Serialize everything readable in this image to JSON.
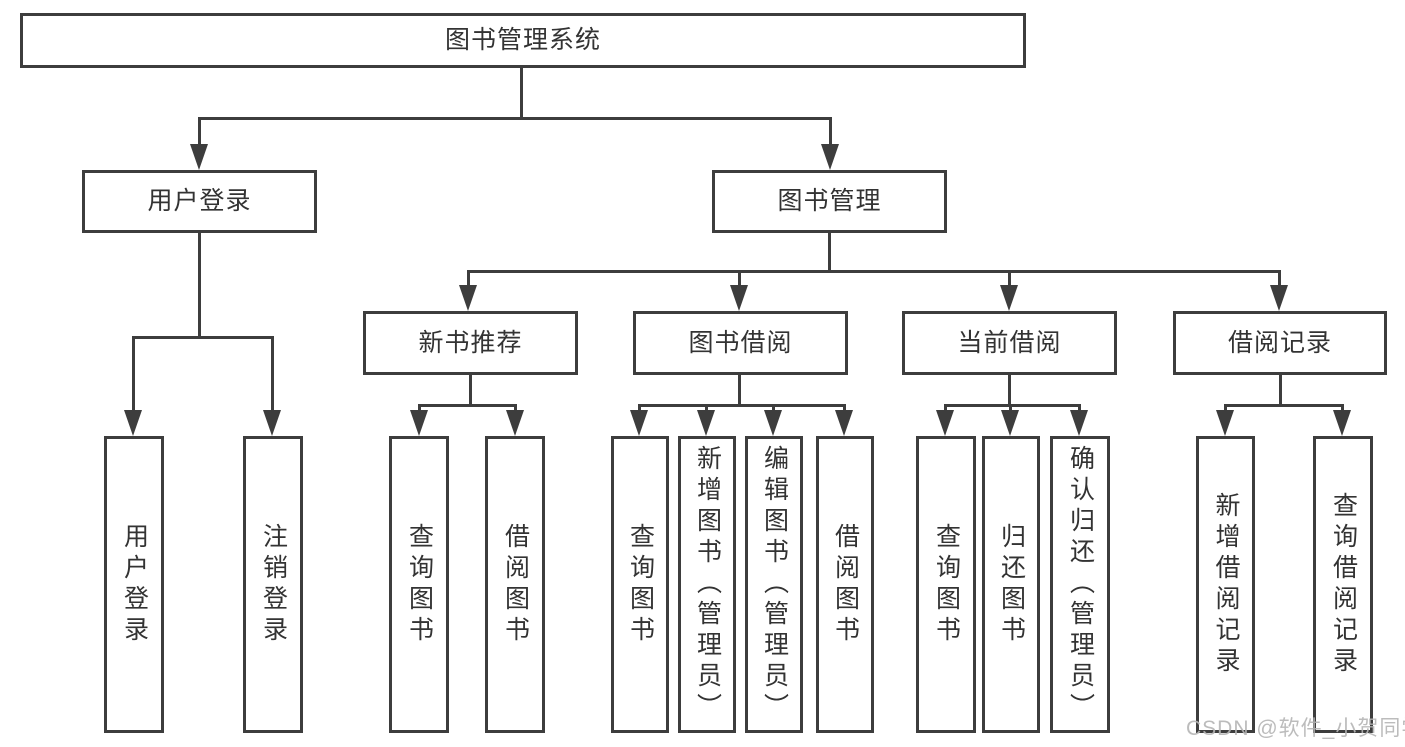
{
  "diagram": {
    "root": {
      "label": "图书管理系统",
      "children": [
        {
          "label": "用户登录",
          "children": [
            {
              "label": "用户登录"
            },
            {
              "label": "注销登录"
            }
          ]
        },
        {
          "label": "图书管理",
          "children": [
            {
              "label": "新书推荐",
              "children": [
                {
                  "label": "查询图书"
                },
                {
                  "label": "借阅图书"
                }
              ]
            },
            {
              "label": "图书借阅",
              "children": [
                {
                  "label": "查询图书"
                },
                {
                  "label": "新增图书（管理员）"
                },
                {
                  "label": "编辑图书（管理员）"
                },
                {
                  "label": "借阅图书"
                }
              ]
            },
            {
              "label": "当前借阅",
              "children": [
                {
                  "label": "查询图书"
                },
                {
                  "label": "归还图书"
                },
                {
                  "label": "确认归还（管理员）"
                }
              ]
            },
            {
              "label": "借阅记录",
              "children": [
                {
                  "label": "新增借阅记录"
                },
                {
                  "label": "查询借阅记录"
                }
              ]
            }
          ]
        }
      ]
    }
  },
  "watermark": {
    "text": "CSDN @软件_小贺同学"
  },
  "colors": {
    "line": "#3d3d3d",
    "text": "#333333",
    "watermark": "#b5b5b5",
    "background": "#ffffff"
  }
}
